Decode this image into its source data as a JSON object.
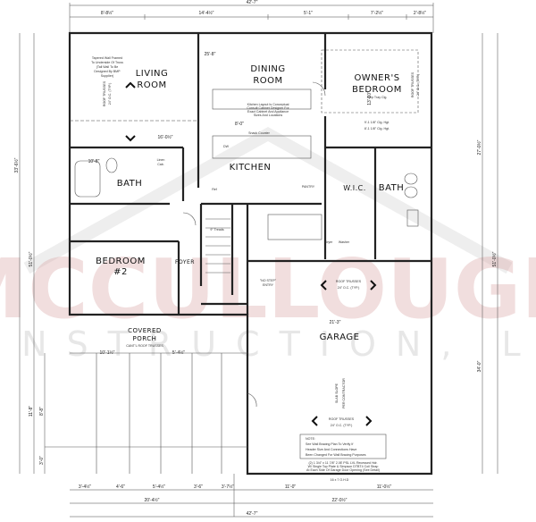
{
  "rooms": {
    "living": [
      "LIVING",
      "ROOM"
    ],
    "dining": [
      "DINING",
      "ROOM"
    ],
    "owners": [
      "OWNER'S",
      "BEDROOM"
    ],
    "kitchen": "KITCHEN",
    "bath_left": "BATH",
    "bath_right": "BATH",
    "wic": "W.I.C.",
    "bedroom2": [
      "BEDROOM",
      "#2"
    ],
    "foyer": "FOYER",
    "porch": [
      "COVERED",
      "PORCH"
    ],
    "garage": "GARAGE",
    "pantry": "PANTRY"
  },
  "notes": {
    "tapered_wall": [
      "Tapered Wall Framed",
      "To Underside Of Truss",
      "(Tall Wall To Be",
      "Designed By BMP",
      "Supplier)"
    ],
    "roof_truss": [
      "ROOF TRUSSES",
      "24\" O.C. (TYP.)"
    ],
    "snack_counter": "Snack Counter",
    "step_tray": "Step Tray Clg.",
    "ceilings": [
      "9'-1 1/8\" Clg. Hgt.",
      "8'-1 1/8\" Clg. Hgt."
    ],
    "kitchen_layout": [
      "Kitchen Layout Is Conceptual",
      "Consult Cabinet Designer For",
      "Exact Cabinet And Appliance",
      "Sizes And Locations"
    ],
    "dryer": "Dryer",
    "washer": "Washer",
    "linen": [
      "Linen",
      "Cab."
    ],
    "treads": "9\" Treads",
    "no_step_entry": [
      "\"NO STEP\"",
      "ENTRY"
    ],
    "porch_truss": "CANT'L ROOF TRUSSES",
    "garage_note": [
      "NOTE:",
      "See Wall Bracing Plan To Verify If",
      "Header Size And Connections Have",
      "Been Changed For Wall Bracing Purposes"
    ],
    "garage_header": [
      "(2) 1 3/4\" x 11 7/8\" 2.0E PSL LVL Recessed Hdr.",
      "W/ Single Top Plate & Simpson DTBT4 Coil Strap",
      "At Each Side Of Garage Door Opening (See Detail)"
    ],
    "garage_door": "16 x 7 O.H.D",
    "ref": "Ref",
    "dw": "DW",
    "slab": [
      "SLAB SLOPE",
      "PER CONTRACTOR"
    ]
  },
  "dimensions": {
    "overall_width": "42'-7\"",
    "top": [
      "8'-8½\"",
      "14'-4½\"",
      "5'-1\"",
      "7'-2½\"",
      "2'-8½\""
    ],
    "bottom_detail": [
      "3'-4½\"",
      "4'-6\"",
      "5'-4½\"",
      "3'-6\"",
      "3'-7½\"",
      "11'-0\"",
      "11'-0½\""
    ],
    "bottom_sub": [
      "20'-4½\"",
      "22'-0½\""
    ],
    "left": [
      "33'-6½\"",
      "51'-0½\"",
      "11'-8\"",
      "8'-8\"",
      "3'-0\""
    ],
    "right": [
      "27'-0½\"",
      "51'-0½\"",
      "34'-0\""
    ],
    "interior": [
      "25'-8\"",
      "8'-0\"",
      "16'-0½\"",
      "10'-8\"",
      "21'-3\"",
      "10'-1½\"",
      "5'-4½\"",
      "13'-10\""
    ]
  },
  "watermark": {
    "logo_text": "MCCULLOUGH",
    "sub_text": "CONSTRUCTION, LLC",
    "color": "#d9a3a3"
  }
}
